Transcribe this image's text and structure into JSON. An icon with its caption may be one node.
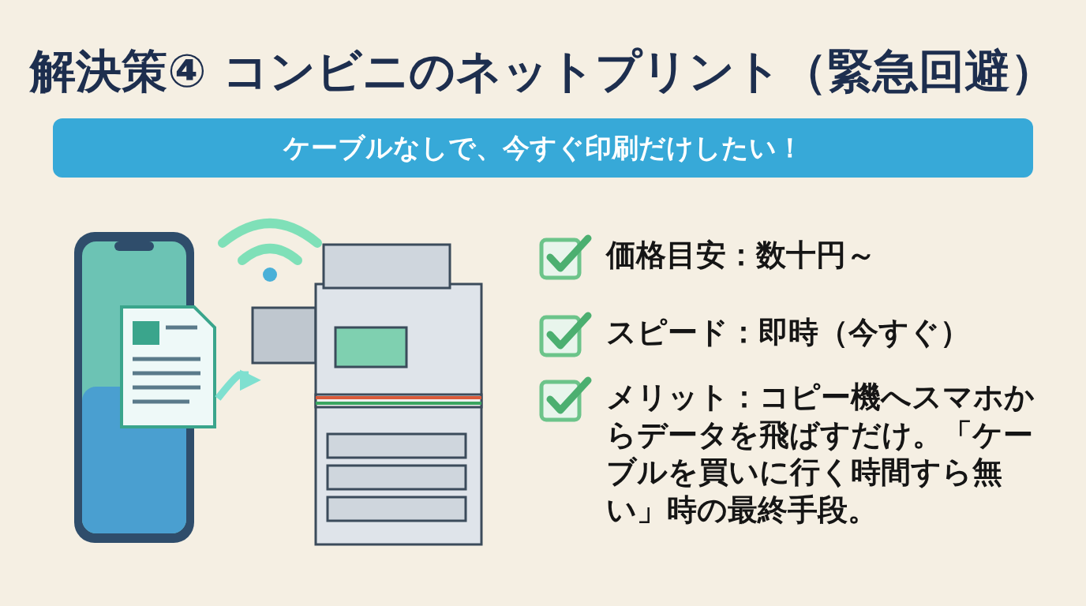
{
  "diagram": {
    "title": "解決策④ コンビニのネットプリント（緊急回避）",
    "nodes": [
      {
        "text": [
          "ケーブルなしで、今すぐ印刷だけしたい！"
        ]
      },
      {
        "text": [],
        "shape": "picture"
      },
      {
        "text": [],
        "shape": "picture"
      },
      {
        "text": [],
        "shape": "picture"
      }
    ],
    "edges": [
      {
        "from": 2,
        "to": 3,
        "arrow": "to"
      }
    ],
    "labels": [
      "価格目安：数十円～",
      "スピード：即時（今すぐ）",
      "メリット：コピー機へスマホからデータを飛ばすだけ。「ケーブルを買いに行く時間すら無い」時の最終手段。"
    ]
  }
}
